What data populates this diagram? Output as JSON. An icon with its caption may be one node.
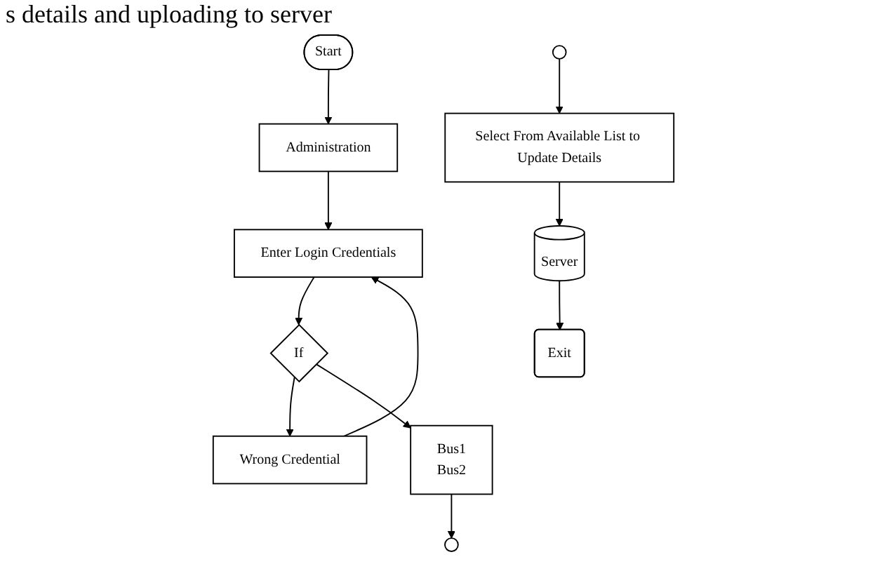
{
  "diagram": {
    "nodes": [
      {
        "text": [
          "Start"
        ]
      },
      {
        "text": [
          "Administration"
        ]
      },
      {
        "text": [
          "Enter Login Credentials"
        ]
      },
      {
        "text": [
          "If"
        ]
      },
      {
        "text": [
          "Wrong Credential"
        ]
      },
      {
        "text": [
          "Bus1",
          "Bus2"
        ]
      },
      {
        "text": [],
        "shape": "circle"
      },
      {
        "text": [],
        "shape": "circle"
      },
      {
        "text": [
          "Select From Available List to Update Details"
        ]
      },
      {
        "text": [
          "Server"
        ]
      },
      {
        "text": [
          "Exit"
        ]
      }
    ],
    "edges": [
      {
        "from": 0,
        "to": 1,
        "arrow": "to"
      },
      {
        "from": 1,
        "to": 2,
        "arrow": "to"
      },
      {
        "from": 2,
        "to": 3,
        "arrow": "to"
      },
      {
        "from": 3,
        "to": 4,
        "arrow": "to"
      },
      {
        "from": 4,
        "to": 2,
        "arrow": "to"
      },
      {
        "from": 3,
        "to": 5,
        "arrow": "to"
      },
      {
        "from": 5,
        "to": 6,
        "arrow": "to"
      },
      {
        "from": 7,
        "to": 8,
        "arrow": "to"
      },
      {
        "from": 8,
        "to": 9,
        "arrow": "to"
      },
      {
        "from": 9,
        "to": 10,
        "arrow": "to"
      }
    ],
    "labels": [
      "s details and uploading to server"
    ]
  }
}
